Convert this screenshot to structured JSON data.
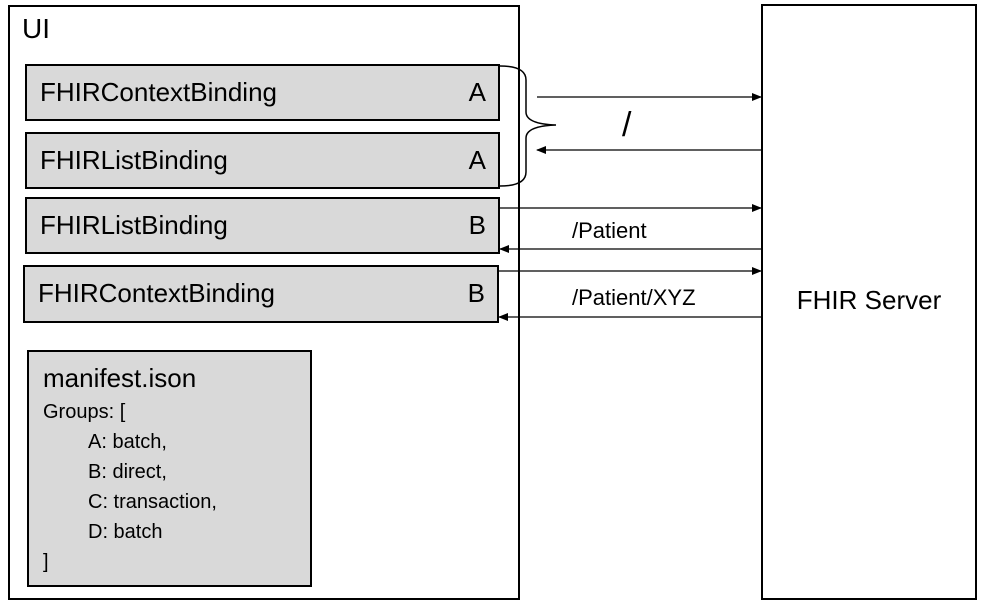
{
  "ui": {
    "title": "UI"
  },
  "server": {
    "title": "FHIR Server"
  },
  "bindings": [
    {
      "name": "FHIRContextBinding",
      "group": "A"
    },
    {
      "name": "FHIRListBinding",
      "group": "A"
    },
    {
      "name": "FHIRListBinding",
      "group": "B"
    },
    {
      "name": "FHIRContextBinding",
      "group": "B"
    }
  ],
  "manifest": {
    "title": "manifest.ison",
    "lines": [
      "Groups: [",
      "A: batch,",
      "B: direct,",
      "C: transaction,",
      "D: batch",
      "]"
    ]
  },
  "paths": {
    "root": "/",
    "patient": "/Patient",
    "patient_xyz": "/Patient/XYZ"
  }
}
